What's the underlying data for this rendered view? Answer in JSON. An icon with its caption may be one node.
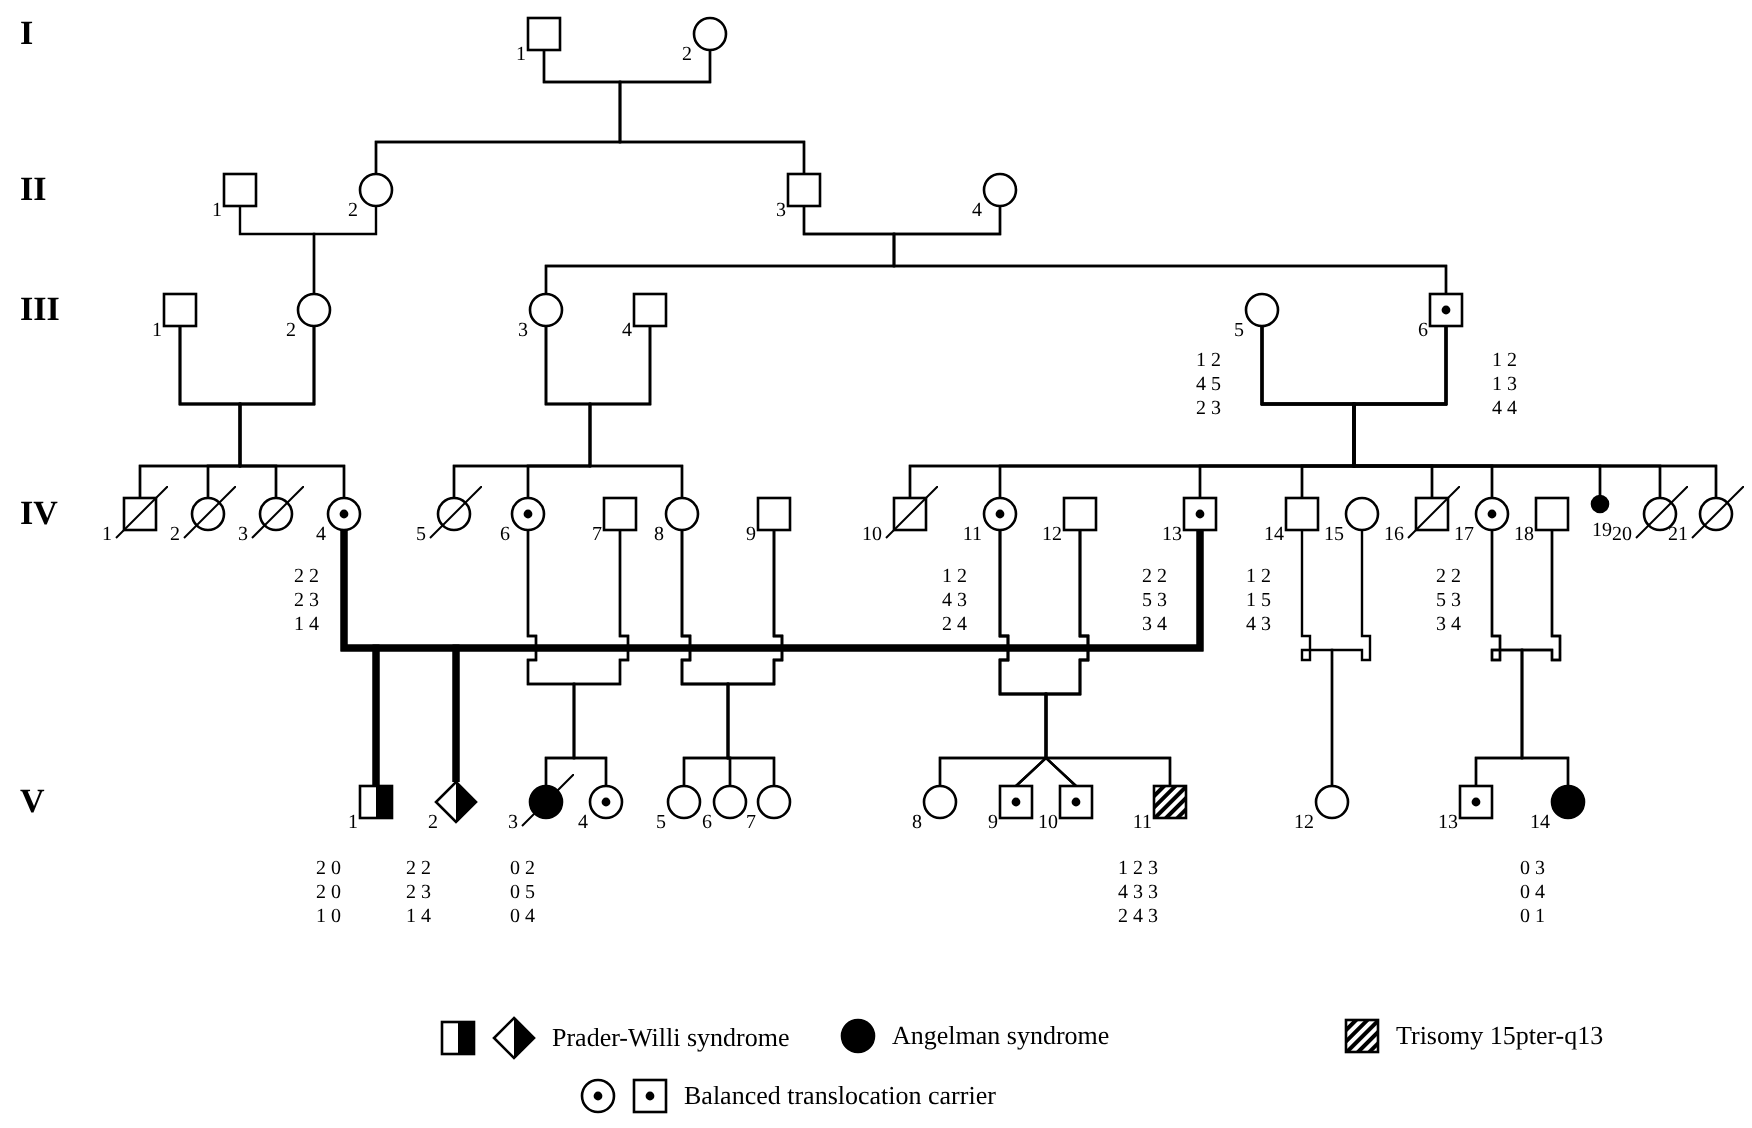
{
  "diagram": {
    "nodes": [
      {
        "text": [
          "1"
        ]
      },
      {
        "text": [
          "2"
        ]
      },
      {
        "text": [
          "1"
        ]
      },
      {
        "text": [
          "2"
        ]
      },
      {
        "text": [
          "3"
        ]
      },
      {
        "text": [
          "4"
        ]
      },
      {
        "text": [
          "1"
        ]
      },
      {
        "text": [
          "2"
        ]
      },
      {
        "text": [
          "3"
        ]
      },
      {
        "text": [
          "4"
        ]
      },
      {
        "text": [
          "5"
        ],
        "beside": [
          "1 2",
          "4 5",
          "2 3"
        ]
      },
      {
        "text": [
          "6"
        ],
        "beside": [
          "1 2",
          "1 3",
          "4 4"
        ]
      },
      {
        "text": [
          "1"
        ]
      },
      {
        "text": [
          "2"
        ]
      },
      {
        "text": [
          "3"
        ]
      },
      {
        "text": [
          "4"
        ],
        "beside": [
          "2 2",
          "2 3",
          "1 4"
        ]
      },
      {
        "text": [
          "5"
        ]
      },
      {
        "text": [
          "6"
        ]
      },
      {
        "text": [
          "7"
        ]
      },
      {
        "text": [
          "8"
        ]
      },
      {
        "text": [
          "9"
        ]
      },
      {
        "text": [
          "10"
        ]
      },
      {
        "text": [
          "11"
        ],
        "beside": [
          "1 2",
          "4 3",
          "2 4"
        ]
      },
      {
        "text": [
          "12"
        ]
      },
      {
        "text": [
          "13"
        ],
        "beside": [
          "2 2",
          "5 3",
          "3 4"
        ]
      },
      {
        "text": [
          "14"
        ],
        "beside": [
          "1 2",
          "1 5",
          "4 3"
        ]
      },
      {
        "text": [
          "15"
        ]
      },
      {
        "text": [
          "16"
        ]
      },
      {
        "text": [
          "17"
        ],
        "beside": [
          "2 2",
          "5 3",
          "3 4"
        ]
      },
      {
        "text": [
          "18"
        ]
      },
      {
        "text": [
          "19"
        ]
      },
      {
        "text": [
          "20"
        ]
      },
      {
        "text": [
          "21"
        ]
      },
      {
        "text": [
          "1"
        ],
        "beside": [
          "2 0",
          "2 0",
          "1 0"
        ]
      },
      {
        "text": [
          "2"
        ],
        "beside": [
          "2 2",
          "2 3",
          "1 4"
        ]
      },
      {
        "text": [
          "3"
        ],
        "beside": [
          "0 2",
          "0 5",
          "0 4"
        ]
      },
      {
        "text": [
          "4"
        ]
      },
      {
        "text": [
          "5"
        ]
      },
      {
        "text": [
          "6"
        ]
      },
      {
        "text": [
          "7"
        ]
      },
      {
        "text": [
          "8"
        ]
      },
      {
        "text": [
          "9"
        ]
      },
      {
        "text": [
          "10"
        ]
      },
      {
        "text": [
          "11"
        ],
        "beside": [
          "1 2 3",
          "4 3 3",
          "2 4 3"
        ]
      },
      {
        "text": [
          "12"
        ]
      },
      {
        "text": [
          "13"
        ]
      },
      {
        "text": [
          "14"
        ],
        "beside": [
          "0 3",
          "0 4",
          "0 1"
        ]
      }
    ],
    "edges": [
      {
        "from": 0,
        "to": 3,
        "arrow": "none"
      },
      {
        "from": 1,
        "to": 3,
        "arrow": "none"
      },
      {
        "from": 0,
        "to": 4,
        "arrow": "none"
      },
      {
        "from": 1,
        "to": 4,
        "arrow": "none"
      },
      {
        "from": 2,
        "to": 7,
        "arrow": "none"
      },
      {
        "from": 3,
        "to": 7,
        "arrow": "none"
      },
      {
        "from": 4,
        "to": 8,
        "arrow": "none"
      },
      {
        "from": 5,
        "to": 8,
        "arrow": "none"
      },
      {
        "from": 4,
        "to": 11,
        "arrow": "none"
      },
      {
        "from": 5,
        "to": 11,
        "arrow": "none"
      },
      {
        "from": 6,
        "to": 12,
        "arrow": "none"
      },
      {
        "from": 7,
        "to": 12,
        "arrow": "none"
      },
      {
        "from": 6,
        "to": 13,
        "arrow": "none"
      },
      {
        "from": 7,
        "to": 13,
        "arrow": "none"
      },
      {
        "from": 6,
        "to": 14,
        "arrow": "none"
      },
      {
        "from": 7,
        "to": 14,
        "arrow": "none"
      },
      {
        "from": 6,
        "to": 15,
        "arrow": "none"
      },
      {
        "from": 7,
        "to": 15,
        "arrow": "none"
      },
      {
        "from": 8,
        "to": 16,
        "arrow": "none"
      },
      {
        "from": 9,
        "to": 16,
        "arrow": "none"
      },
      {
        "from": 8,
        "to": 17,
        "arrow": "none"
      },
      {
        "from": 9,
        "to": 17,
        "arrow": "none"
      },
      {
        "from": 8,
        "to": 19,
        "arrow": "none"
      },
      {
        "from": 9,
        "to": 19,
        "arrow": "none"
      },
      {
        "from": 10,
        "to": 21,
        "arrow": "none"
      },
      {
        "from": 11,
        "to": 21,
        "arrow": "none"
      },
      {
        "from": 10,
        "to": 22,
        "arrow": "none"
      },
      {
        "from": 11,
        "to": 22,
        "arrow": "none"
      },
      {
        "from": 10,
        "to": 24,
        "arrow": "none"
      },
      {
        "from": 11,
        "to": 24,
        "arrow": "none"
      },
      {
        "from": 10,
        "to": 25,
        "arrow": "none"
      },
      {
        "from": 11,
        "to": 25,
        "arrow": "none"
      },
      {
        "from": 10,
        "to": 27,
        "arrow": "none"
      },
      {
        "from": 11,
        "to": 27,
        "arrow": "none"
      },
      {
        "from": 10,
        "to": 28,
        "arrow": "none"
      },
      {
        "from": 11,
        "to": 28,
        "arrow": "none"
      },
      {
        "from": 10,
        "to": 30,
        "arrow": "none"
      },
      {
        "from": 11,
        "to": 30,
        "arrow": "none"
      },
      {
        "from": 10,
        "to": 31,
        "arrow": "none"
      },
      {
        "from": 11,
        "to": 31,
        "arrow": "none"
      },
      {
        "from": 10,
        "to": 32,
        "arrow": "none"
      },
      {
        "from": 11,
        "to": 32,
        "arrow": "none"
      },
      {
        "from": 15,
        "to": 33,
        "arrow": "none",
        "style": "thick"
      },
      {
        "from": 24,
        "to": 33,
        "arrow": "none",
        "style": "thick"
      },
      {
        "from": 15,
        "to": 34,
        "arrow": "none",
        "style": "thick"
      },
      {
        "from": 24,
        "to": 34,
        "arrow": "none",
        "style": "thick"
      },
      {
        "from": 17,
        "to": 35,
        "arrow": "none"
      },
      {
        "from": 18,
        "to": 35,
        "arrow": "none"
      },
      {
        "from": 17,
        "to": 36,
        "arrow": "none"
      },
      {
        "from": 18,
        "to": 36,
        "arrow": "none"
      },
      {
        "from": 19,
        "to": 37,
        "arrow": "none"
      },
      {
        "from": 20,
        "to": 37,
        "arrow": "none"
      },
      {
        "from": 19,
        "to": 38,
        "arrow": "none"
      },
      {
        "from": 20,
        "to": 38,
        "arrow": "none"
      },
      {
        "from": 19,
        "to": 39,
        "arrow": "none"
      },
      {
        "from": 20,
        "to": 39,
        "arrow": "none"
      },
      {
        "from": 22,
        "to": 40,
        "arrow": "none"
      },
      {
        "from": 23,
        "to": 40,
        "arrow": "none"
      },
      {
        "from": 22,
        "to": 41,
        "arrow": "none"
      },
      {
        "from": 23,
        "to": 41,
        "arrow": "none"
      },
      {
        "from": 22,
        "to": 42,
        "arrow": "none"
      },
      {
        "from": 23,
        "to": 42,
        "arrow": "none"
      },
      {
        "from": 22,
        "to": 43,
        "arrow": "none"
      },
      {
        "from": 23,
        "to": 43,
        "arrow": "none"
      },
      {
        "from": 25,
        "to": 44,
        "arrow": "none"
      },
      {
        "from": 26,
        "to": 44,
        "arrow": "none"
      },
      {
        "from": 28,
        "to": 45,
        "arrow": "none"
      },
      {
        "from": 29,
        "to": 45,
        "arrow": "none"
      },
      {
        "from": 28,
        "to": 46,
        "arrow": "none"
      },
      {
        "from": 29,
        "to": 46,
        "arrow": "none"
      }
    ],
    "labels": [
      "I",
      "II",
      "III",
      "IV",
      "V"
    ],
    "legend": [
      {
        "text": "Prader-Willi syndrome"
      },
      {
        "text": "Angelman syndrome"
      },
      {
        "text": "Trisomy 15pter-q13"
      },
      {
        "text": "Balanced translocation carrier"
      }
    ]
  }
}
